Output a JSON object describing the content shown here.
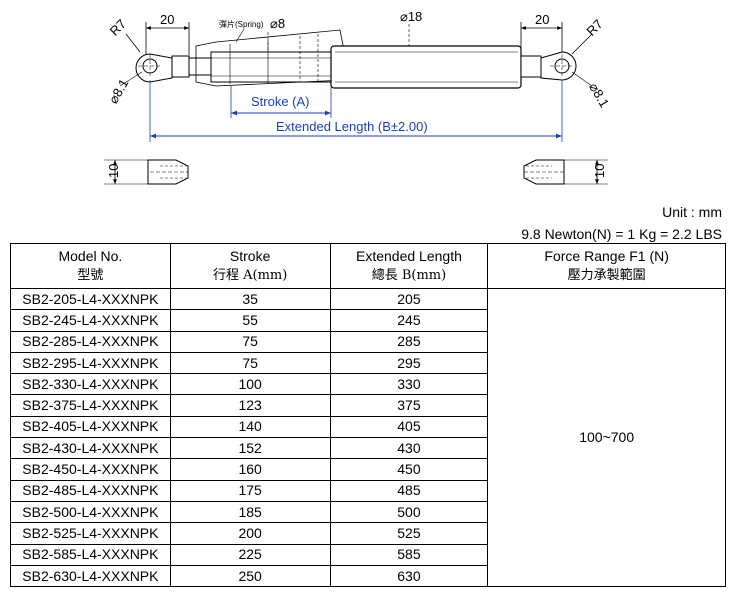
{
  "drawing": {
    "dim_20_left": "20",
    "spring_label": "彈片(Spring)",
    "dia8": "⌀8",
    "dia18": "⌀18",
    "dim_20_right": "20",
    "r7_left": "R7",
    "r7_right": "R7",
    "dia81_left": "⌀8.1",
    "dia81_right": "⌀8.1",
    "stroke_label": "Stroke (A)",
    "extended_label": "Extended Length (B±2.00)",
    "dim_10_left": "10",
    "dim_10_right": "10"
  },
  "unit": "Unit : mm",
  "conversion": "9.8 Newton(N) = 1 Kg = 2.2 LBS",
  "table": {
    "headers": [
      {
        "en": "Model No.",
        "cn": "型號"
      },
      {
        "en": "Stroke",
        "cn": "行程 A(mm)"
      },
      {
        "en": "Extended Length",
        "cn": "總長 B(mm)"
      },
      {
        "en": "Force Range F1 (N)",
        "cn": "壓力承製範圍"
      }
    ],
    "force_range": "100~700",
    "rows": [
      {
        "model": "SB2-205-L4-XXXNPK",
        "stroke": "35",
        "length": "205"
      },
      {
        "model": "SB2-245-L4-XXXNPK",
        "stroke": "55",
        "length": "245"
      },
      {
        "model": "SB2-285-L4-XXXNPK",
        "stroke": "75",
        "length": "285"
      },
      {
        "model": "SB2-295-L4-XXXNPK",
        "stroke": "75",
        "length": "295"
      },
      {
        "model": "SB2-330-L4-XXXNPK",
        "stroke": "100",
        "length": "330"
      },
      {
        "model": "SB2-375-L4-XXXNPK",
        "stroke": "123",
        "length": "375"
      },
      {
        "model": "SB2-405-L4-XXXNPK",
        "stroke": "140",
        "length": "405"
      },
      {
        "model": "SB2-430-L4-XXXNPK",
        "stroke": "152",
        "length": "430"
      },
      {
        "model": "SB2-450-L4-XXXNPK",
        "stroke": "160",
        "length": "450"
      },
      {
        "model": "SB2-485-L4-XXXNPK",
        "stroke": "175",
        "length": "485"
      },
      {
        "model": "SB2-500-L4-XXXNPK",
        "stroke": "185",
        "length": "500"
      },
      {
        "model": "SB2-525-L4-XXXNPK",
        "stroke": "200",
        "length": "525"
      },
      {
        "model": "SB2-585-L4-XXXNPK",
        "stroke": "225",
        "length": "585"
      },
      {
        "model": "SB2-630-L4-XXXNPK",
        "stroke": "250",
        "length": "630"
      }
    ]
  }
}
